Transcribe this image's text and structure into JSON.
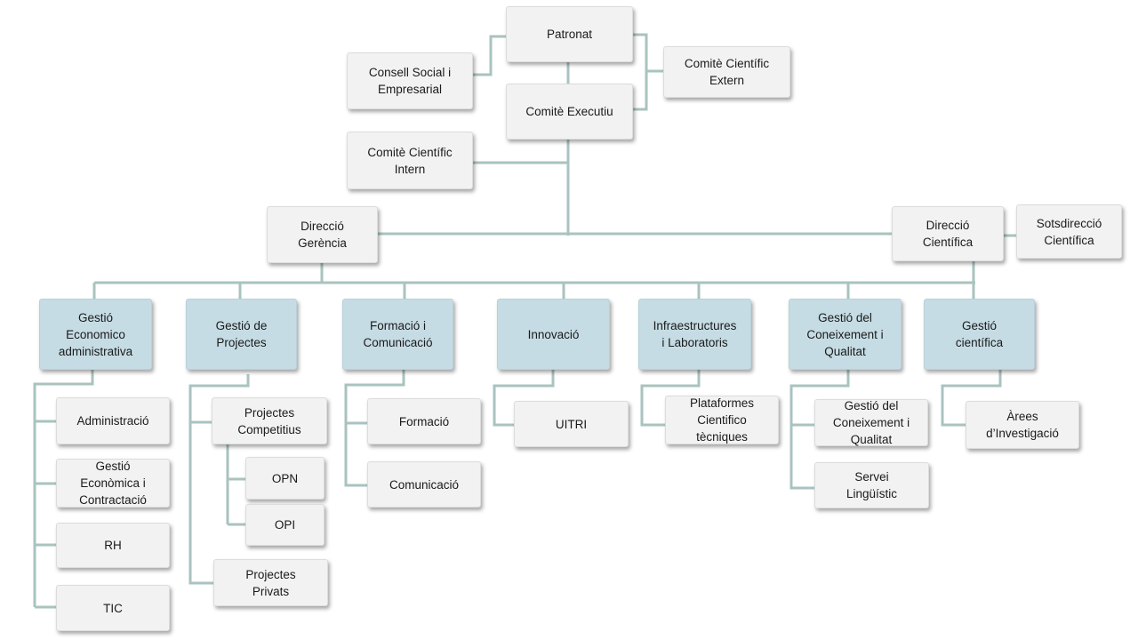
{
  "colors": {
    "line": "#a9c3bf",
    "box": "#f2f2f2",
    "department": "#c6dce4"
  },
  "governance": {
    "patronat": "Patronat",
    "consell_social": "Consell Social i\nEmpresarial",
    "comite_extern": "Comitè Científic\nExtern",
    "comite_executiu": "Comitè Executiu",
    "comite_intern": "Comitè Científic\nIntern"
  },
  "direction": {
    "gerencia": "Direcció\nGerència",
    "cientifica": "Direcció\nCientífica",
    "sotsdireccio": "Sotsdirecció\nCientífica"
  },
  "departments": [
    {
      "label": "Gestió\nEconomico\nadministrativa",
      "children": [
        "Administració",
        "Gestió\nEconòmica i\nContractació",
        "RH",
        "TIC"
      ]
    },
    {
      "label": "Gestió de\nProjectes",
      "children": [
        "Projectes\nCompetitius",
        "OPN",
        "OPI",
        "Projectes\nPrivats"
      ]
    },
    {
      "label": "Formació  i\nComunicació",
      "children": [
        "Formació",
        "Comunicació"
      ]
    },
    {
      "label": "Innovació",
      "children": [
        "UITRI"
      ]
    },
    {
      "label": "Infraestructures\ni Laboratoris",
      "children": [
        "Plataformes\nCientifico\ntècniques"
      ]
    },
    {
      "label": "Gestió del\nConeixement  i\nQualitat",
      "children": [
        "Gestió del\nConeixement  i\nQualitat",
        "Servei\nLingüístic"
      ]
    },
    {
      "label": "Gestió\ncientífica",
      "children": [
        "Àrees\nd’Investigació"
      ]
    }
  ]
}
